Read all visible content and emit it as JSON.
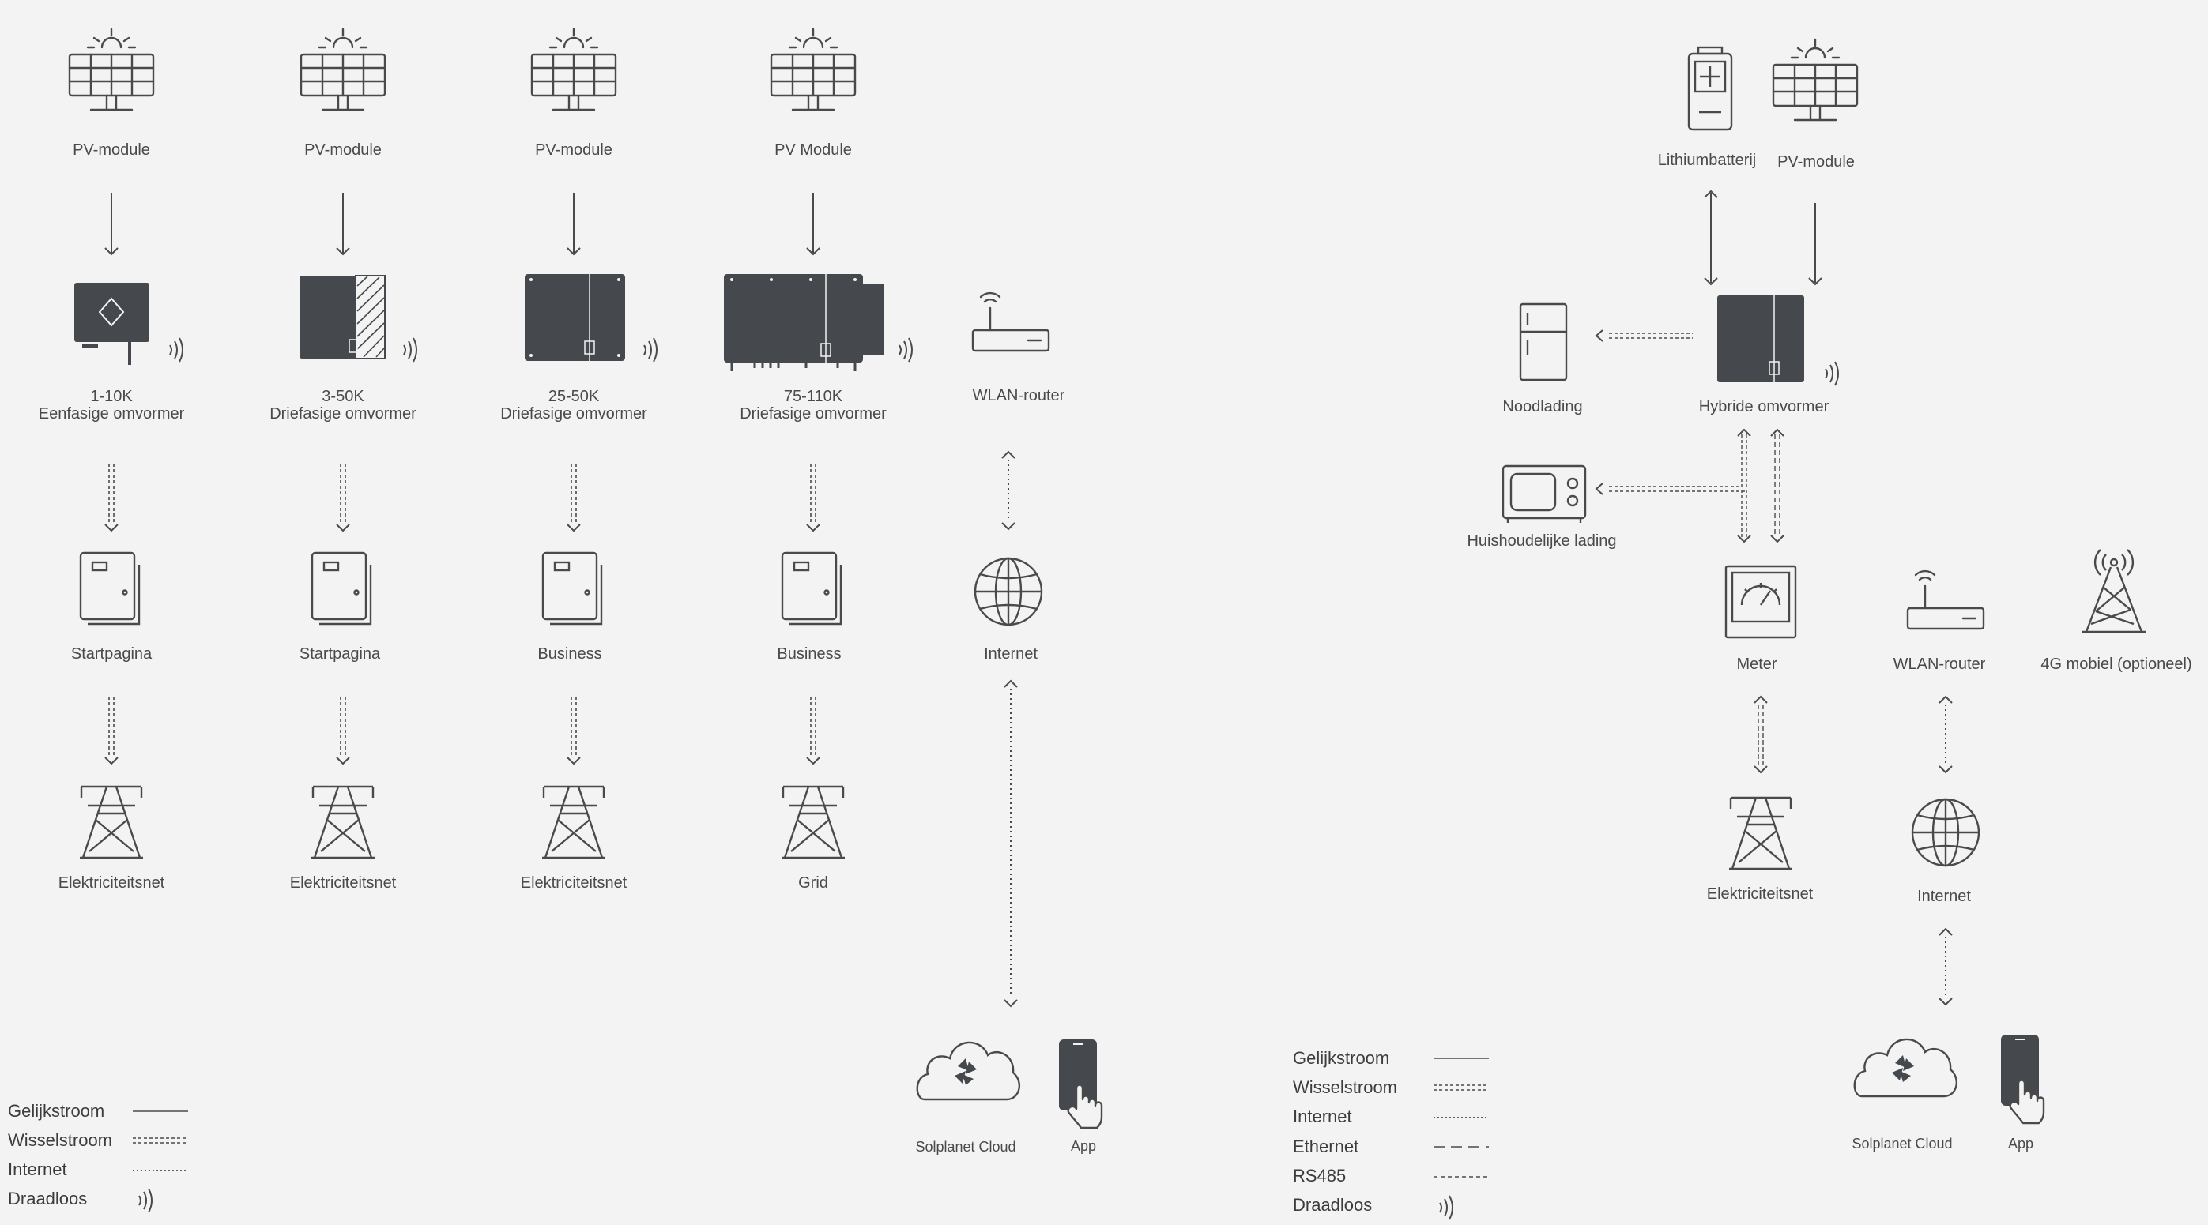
{
  "left_diagram": {
    "columns": [
      {
        "pv": "PV-module",
        "inverter": {
          "line1": "1-10K",
          "line2": "Eenfasige omvormer"
        },
        "meter": "Startpagina",
        "grid": "Elektriciteitsnet"
      },
      {
        "pv": "PV-module",
        "inverter": {
          "line1": "3-50K",
          "line2": "Driefasige omvormer"
        },
        "meter": "Startpagina",
        "grid": "Elektriciteitsnet"
      },
      {
        "pv": "PV-module",
        "inverter": {
          "line1": "25-50K",
          "line2": "Driefasige omvormer"
        },
        "meter": "Business",
        "grid": "Elektriciteitsnet"
      },
      {
        "pv": "PV Module",
        "inverter": {
          "line1": "75-110K",
          "line2": "Driefasige omvormer"
        },
        "meter": "Business",
        "grid": "Grid"
      }
    ],
    "router": "WLAN-router",
    "internet": "Internet",
    "cloud": "Solplanet Cloud",
    "app": "App"
  },
  "right_diagram": {
    "battery": "Lithiumbatterij",
    "pv": "PV-module",
    "emergency_load": "Noodlading",
    "hybrid_inverter": "Hybride omvormer",
    "household_load": "Huishoudelijke lading",
    "meter": "Meter",
    "router": "WLAN-router",
    "mobile": "4G mobiel (optioneel)",
    "grid": "Elektriciteitsnet",
    "internet": "Internet",
    "cloud": "Solplanet Cloud",
    "app": "App"
  },
  "legend_left": [
    "Gelijkstroom",
    "Wisselstroom",
    "Internet",
    "Draadloos"
  ],
  "legend_right": [
    "Gelijkstroom",
    "Wisselstroom",
    "Internet",
    "Ethernet",
    "RS485",
    "Draadloos"
  ],
  "colors": {
    "background": "#f3f3f3",
    "stroke": "#4a4a4a",
    "device_fill": "#45484c",
    "text": "#4a4a4a"
  }
}
